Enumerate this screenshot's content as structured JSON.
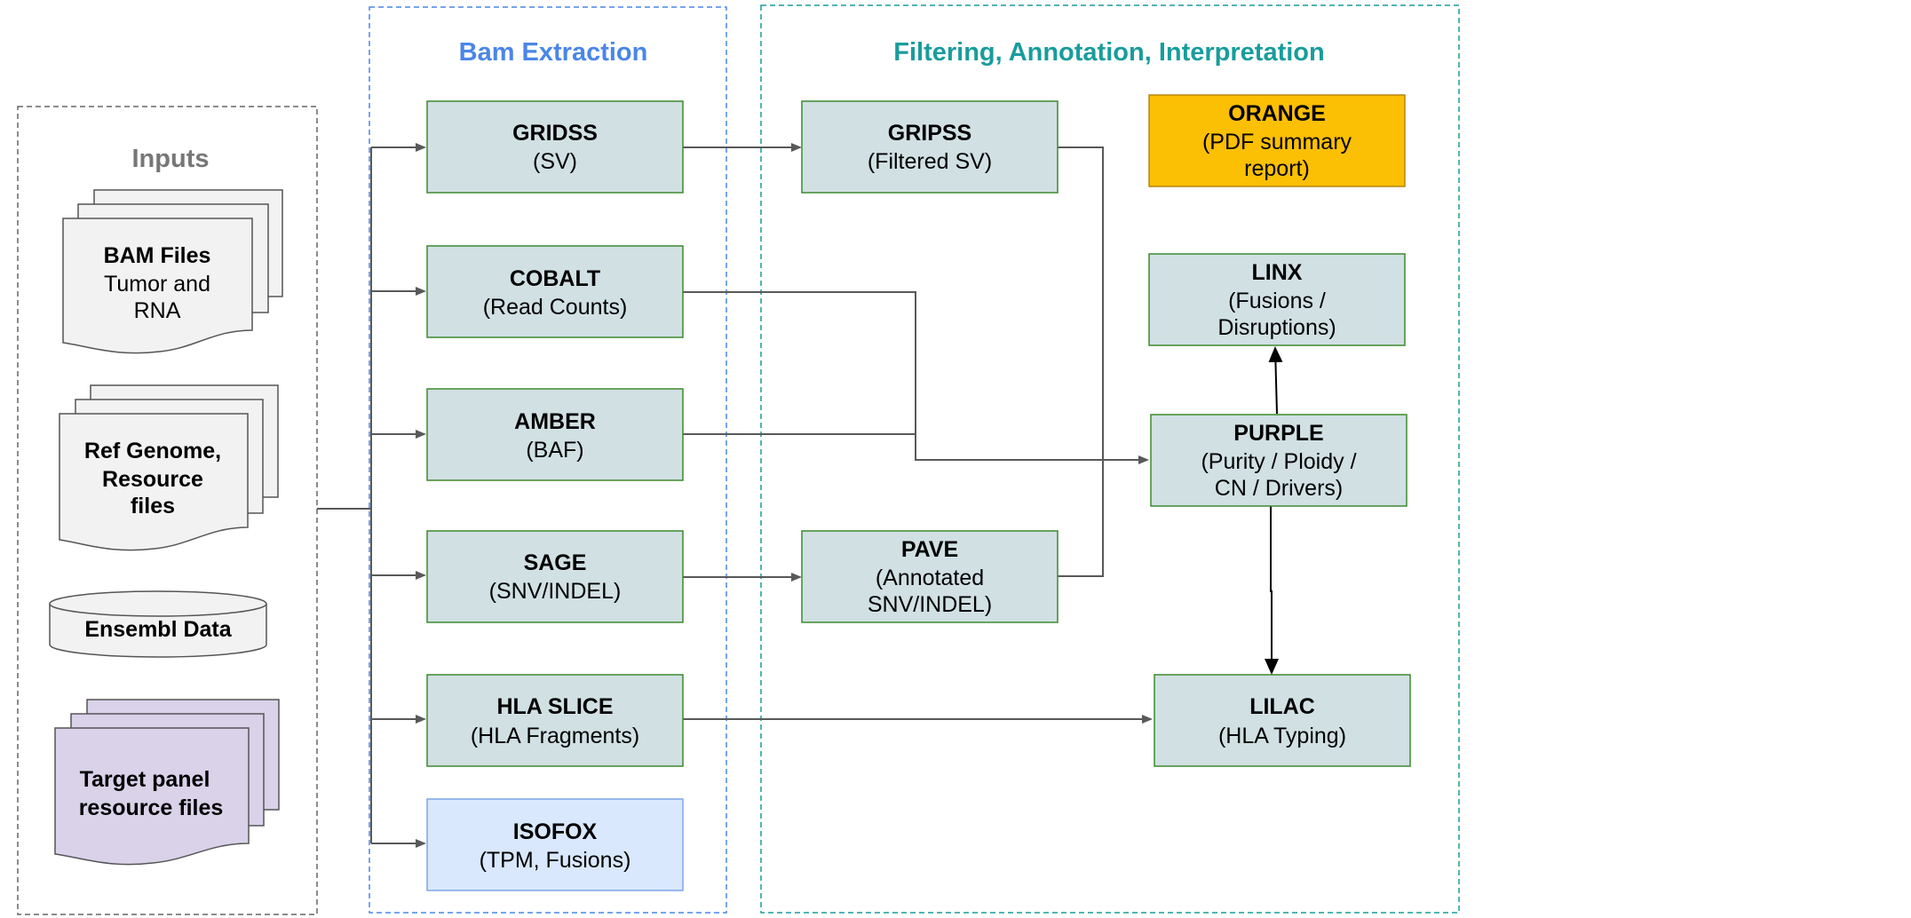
{
  "sections": {
    "inputs": "Inputs",
    "bam_extraction": "Bam Extraction",
    "filtering": "Filtering, Annotation, Interpretation"
  },
  "inputs": {
    "bam_files": [
      "BAM Files",
      "Tumor and",
      "RNA"
    ],
    "ref_genome": [
      "Ref Genome,",
      "Resource",
      "files"
    ],
    "ensembl": "Ensembl Data",
    "target_panel": [
      "Target panel",
      "resource files"
    ]
  },
  "tools": {
    "gridss": {
      "name": "GRIDSS",
      "desc": [
        "(SV)"
      ]
    },
    "cobalt": {
      "name": "COBALT",
      "desc": [
        "(Read Counts)"
      ]
    },
    "amber": {
      "name": "AMBER",
      "desc": [
        "(BAF)"
      ]
    },
    "sage": {
      "name": "SAGE",
      "desc": [
        "(SNV/INDEL)"
      ]
    },
    "hla_slice": {
      "name": "HLA SLICE",
      "desc": [
        "(HLA Fragments)"
      ]
    },
    "isofox": {
      "name": "ISOFOX",
      "desc": [
        "(TPM, Fusions)"
      ]
    },
    "gripss": {
      "name": "GRIPSS",
      "desc": [
        "(Filtered SV)"
      ]
    },
    "pave": {
      "name": "PAVE",
      "desc": [
        "(Annotated",
        "SNV/INDEL)"
      ]
    },
    "orange": {
      "name": "ORANGE",
      "desc": [
        "(PDF summary",
        "report)"
      ]
    },
    "linx": {
      "name": "LINX",
      "desc": [
        "(Fusions /",
        "Disruptions)"
      ]
    },
    "purple": {
      "name": "PURPLE",
      "desc": [
        "(Purity / Ploidy /",
        "CN / Drivers)"
      ]
    },
    "lilac": {
      "name": "LILAC",
      "desc": [
        "(HLA Typing)"
      ]
    }
  },
  "colors": {
    "tool_fill": "#d1e0e3",
    "tool_border": "#3c8a2e",
    "isofox_fill": "#d9e8fc",
    "isofox_border": "#7fa6e8",
    "orange_fill": "#fbbf04",
    "orange_border": "#b8860b",
    "bam_title": "#4a86e8",
    "filter_title": "#1a9c9c",
    "inputs_title": "#777777",
    "doc_fill": "#f2f2f2",
    "target_fill": "#d9d2e9",
    "arrow": "#595959"
  }
}
